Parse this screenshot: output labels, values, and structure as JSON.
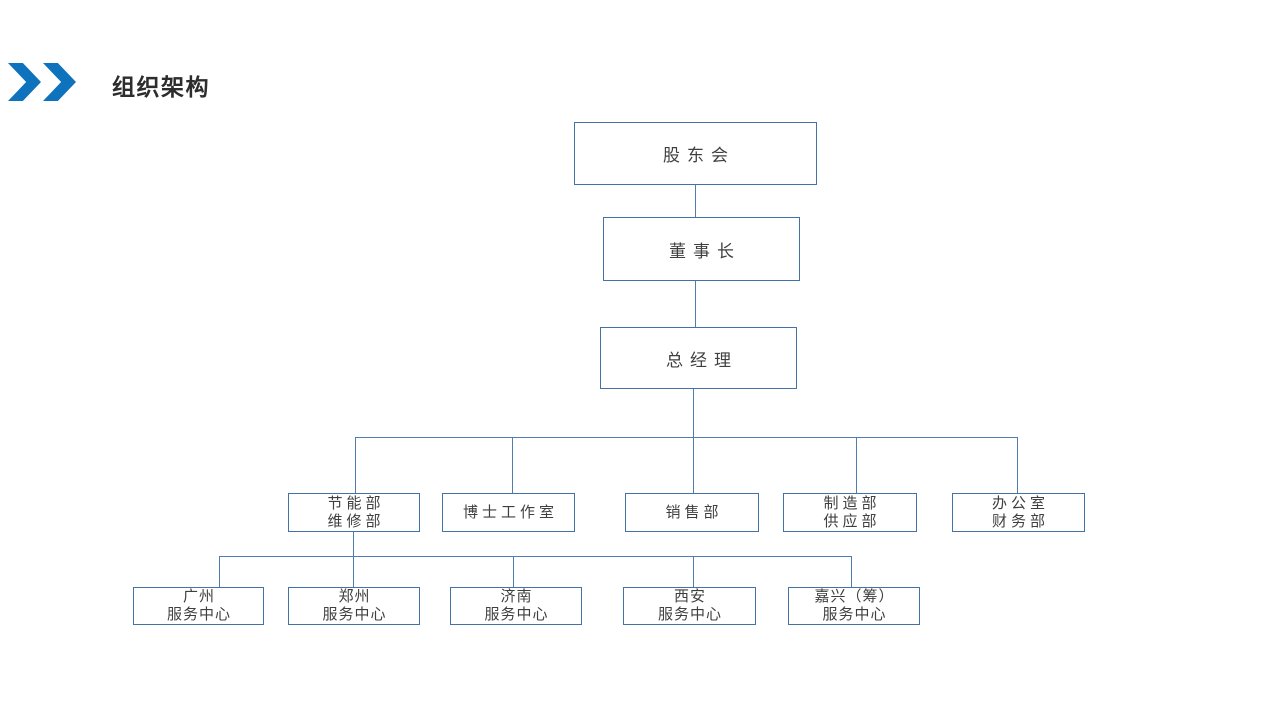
{
  "slide": {
    "title": "组织架构",
    "accent_color": "#0E72BC",
    "box_border_color": "#4373A4",
    "connector_color": "#4F7DAD",
    "background_color": "#FFFFFF"
  },
  "org_chart": {
    "type": "org-tree",
    "nodes": [
      {
        "id": "shareholders",
        "lines": [
          "股东会"
        ],
        "reports_to": null
      },
      {
        "id": "chairman",
        "lines": [
          "董事长"
        ],
        "reports_to": "shareholders"
      },
      {
        "id": "general-manager",
        "lines": [
          "总经理"
        ],
        "reports_to": "chairman"
      },
      {
        "id": "energy-maintenance",
        "lines": [
          "节能部",
          "维修部"
        ],
        "reports_to": "general-manager"
      },
      {
        "id": "doctor-studio",
        "lines": [
          "博士工作室"
        ],
        "reports_to": "general-manager"
      },
      {
        "id": "sales",
        "lines": [
          "销售部"
        ],
        "reports_to": "general-manager"
      },
      {
        "id": "manufacturing-supply",
        "lines": [
          "制造部",
          "供应部"
        ],
        "reports_to": "general-manager"
      },
      {
        "id": "office-finance",
        "lines": [
          "办公室",
          "财务部"
        ],
        "reports_to": "general-manager"
      },
      {
        "id": "guangzhou-center",
        "lines": [
          "广州",
          "服务中心"
        ],
        "reports_to": "energy-maintenance"
      },
      {
        "id": "zhengzhou-center",
        "lines": [
          "郑州",
          "服务中心"
        ],
        "reports_to": "energy-maintenance"
      },
      {
        "id": "jinan-center",
        "lines": [
          "济南",
          "服务中心"
        ],
        "reports_to": "energy-maintenance"
      },
      {
        "id": "xian-center",
        "lines": [
          "西安",
          "服务中心"
        ],
        "reports_to": "energy-maintenance"
      },
      {
        "id": "jiaxing-center",
        "lines": [
          "嘉兴（筹）",
          "服务中心"
        ],
        "reports_to": "energy-maintenance"
      }
    ]
  }
}
